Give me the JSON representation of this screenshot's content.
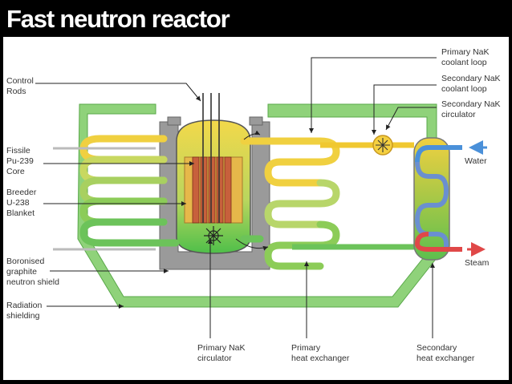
{
  "title": "Fast neutron reactor",
  "labels": {
    "control_rods": [
      "Control",
      "Rods"
    ],
    "fissile_core": [
      "Fissile",
      "Pu-239",
      "Core"
    ],
    "breeder_blanket": [
      "Breeder",
      "U-238",
      "Blanket"
    ],
    "neutron_shield": [
      "Boronised",
      "graphite",
      "neutron shield"
    ],
    "radiation_shielding": [
      "Radiation",
      "shielding"
    ],
    "primary_circulator": [
      "Primary NaK",
      "circulator"
    ],
    "primary_heat_exchanger": [
      "Primary",
      "heat exchanger"
    ],
    "secondary_heat_exchanger": [
      "Secondary",
      "heat exchanger"
    ],
    "primary_coolant_loop": [
      "Primary NaK",
      "coolant loop"
    ],
    "secondary_coolant_loop": [
      "Secondary NaK",
      "coolant loop"
    ],
    "secondary_circulator": [
      "Secondary NaK",
      "circulator"
    ],
    "water": "Water",
    "steam": "Steam"
  },
  "colors": {
    "shielding": "#8fd27a",
    "graphite": "#9a9a9a",
    "hot_coolant": "#f2d24a",
    "warm_coolant": "#b8d66a",
    "cool_coolant": "#6cc35a",
    "water": "#4a90d9",
    "steam": "#e04848",
    "arrow": "#222222"
  }
}
